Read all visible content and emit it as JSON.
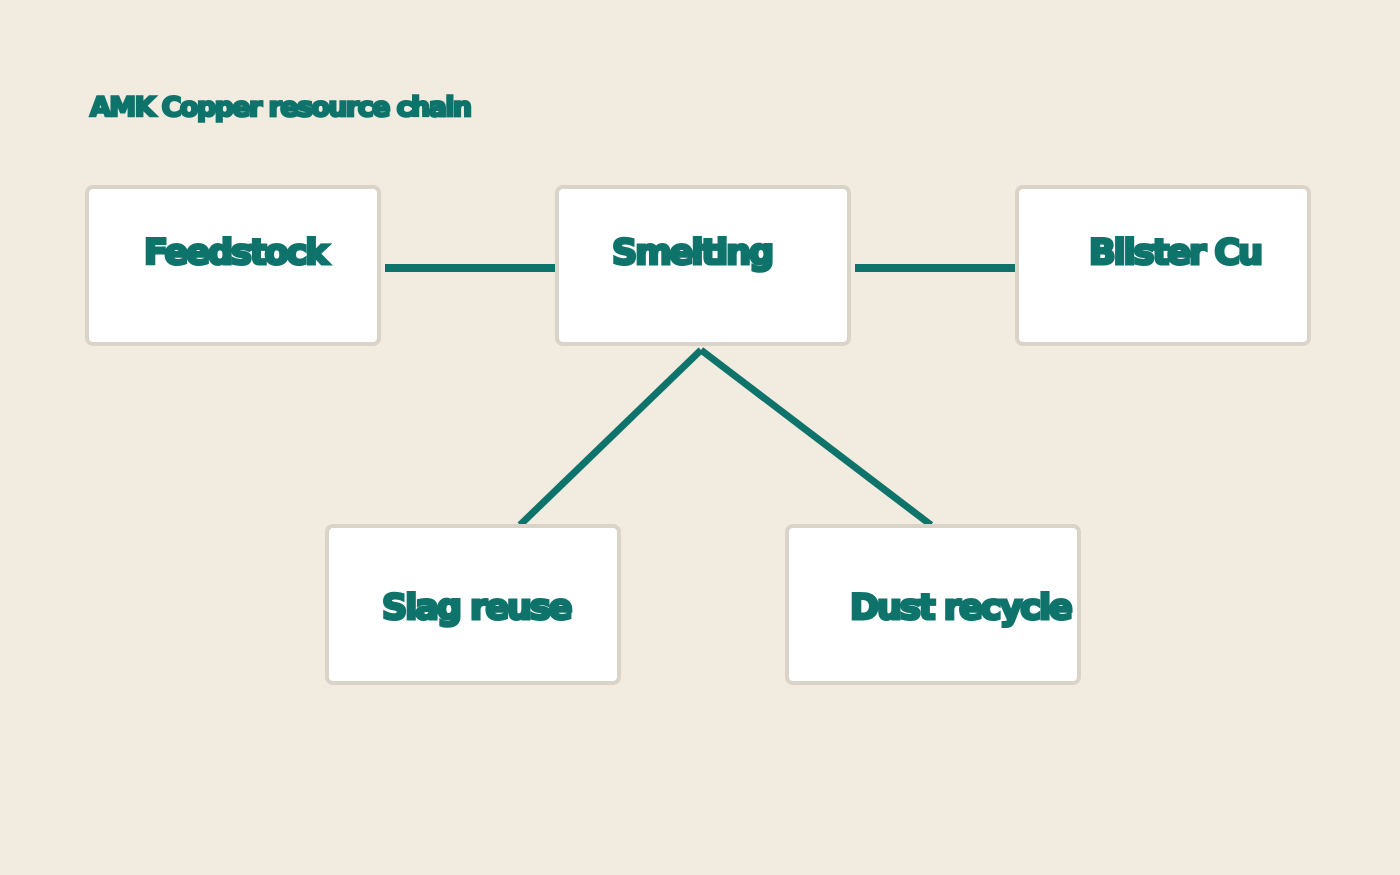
{
  "title": "AMK Copper resource chain",
  "colors": {
    "background": "#f1ebe0",
    "accent": "#0e736b",
    "node_fill": "#ffffff",
    "node_border": "#dad3c7"
  },
  "nodes": [
    {
      "id": "feedstock",
      "label": "Feedstock"
    },
    {
      "id": "smelting",
      "label": "Smelting"
    },
    {
      "id": "blister-cu",
      "label": "Blister Cu"
    },
    {
      "id": "slag-reuse",
      "label": "Slag reuse"
    },
    {
      "id": "dust-recycle",
      "label": "Dust recycle"
    }
  ],
  "edges": [
    {
      "from": "feedstock",
      "to": "smelting"
    },
    {
      "from": "smelting",
      "to": "blister-cu"
    },
    {
      "from": "smelting",
      "to": "slag-reuse"
    },
    {
      "from": "smelting",
      "to": "dust-recycle"
    }
  ]
}
